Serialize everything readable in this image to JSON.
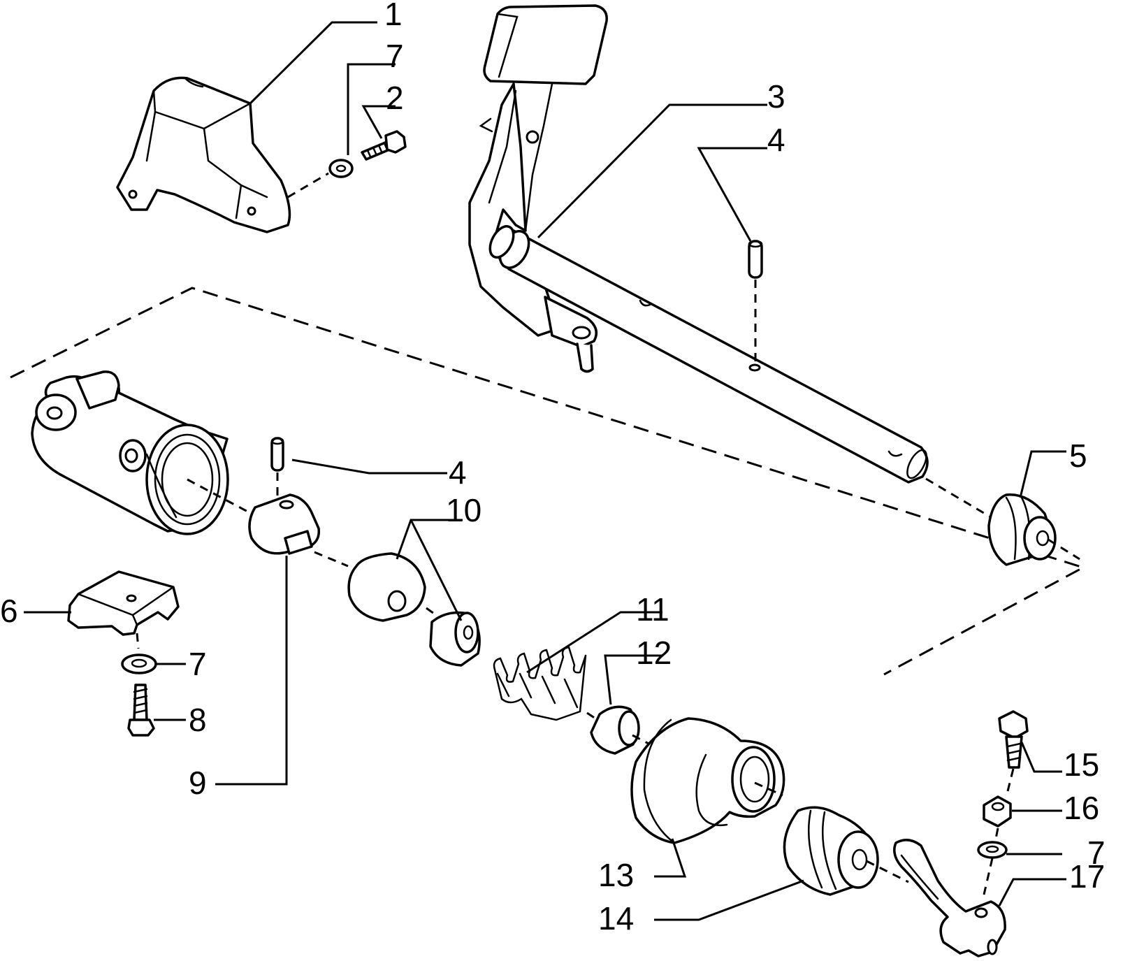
{
  "callouts": [
    {
      "id": "c1",
      "text": "1"
    },
    {
      "id": "c7a",
      "text": "7"
    },
    {
      "id": "c2",
      "text": "2"
    },
    {
      "id": "c3",
      "text": "3"
    },
    {
      "id": "c4a",
      "text": "4"
    },
    {
      "id": "c5",
      "text": "5"
    },
    {
      "id": "c4b",
      "text": "4"
    },
    {
      "id": "c10",
      "text": "10"
    },
    {
      "id": "c6",
      "text": "6"
    },
    {
      "id": "c11",
      "text": "11"
    },
    {
      "id": "c12",
      "text": "12"
    },
    {
      "id": "c7b",
      "text": "7"
    },
    {
      "id": "c8",
      "text": "8"
    },
    {
      "id": "c9",
      "text": "9"
    },
    {
      "id": "c15",
      "text": "15"
    },
    {
      "id": "c16",
      "text": "16"
    },
    {
      "id": "c7c",
      "text": "7"
    },
    {
      "id": "c13",
      "text": "13"
    },
    {
      "id": "c17",
      "text": "17"
    },
    {
      "id": "c14",
      "text": "14"
    }
  ]
}
